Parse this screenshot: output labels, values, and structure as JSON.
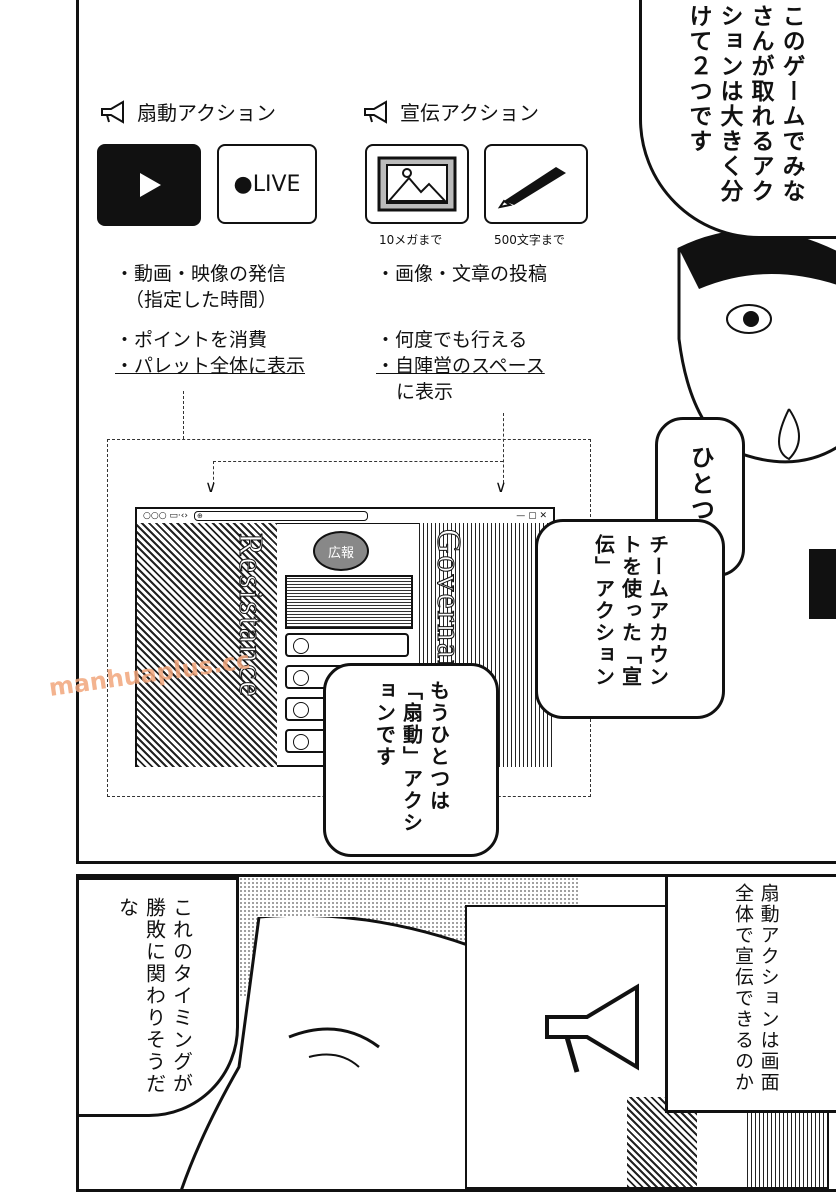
{
  "page": {
    "watermark": "manhuaplus.cc"
  },
  "top_panel": {
    "narrator_bubble": "このゲームでみなさんが取れるアクションは大きく分けて２つです",
    "agitate_title": "扇動アクション",
    "promote_title": "宣伝アクション",
    "live_label": "●LIVE",
    "image_limit": "10メガまで",
    "text_limit": "500文字まで",
    "agitate_items": [
      "・動画・映像の発信",
      "（指定した時間）",
      "・ポイントを消費",
      "・パレット全体に表示"
    ],
    "promote_items": [
      "・画像・文章の投稿",
      "・何度でも行える",
      "・自陣営のスペース",
      "に表示"
    ],
    "window_url": "⊕",
    "ad_label": "広報",
    "team_left": "Resistance",
    "team_right": "Governance",
    "bubble_one": "ひとつは",
    "bubble_team": "チームアカウントを使った「宣伝」アクション",
    "bubble_other": "もうひとつは「扇動」アクションです"
  },
  "bottom_panel": {
    "left_bubble": "これのタイミングが勝敗に関わりそうだな",
    "right_caption": "扇動アクションは画面全体で宣伝できるのか"
  },
  "colors": {
    "ink": "#111111",
    "paper": "#ffffff",
    "tone": "#999999"
  },
  "icons": [
    "megaphone-icon",
    "play-icon",
    "image-icon",
    "pen-icon"
  ]
}
